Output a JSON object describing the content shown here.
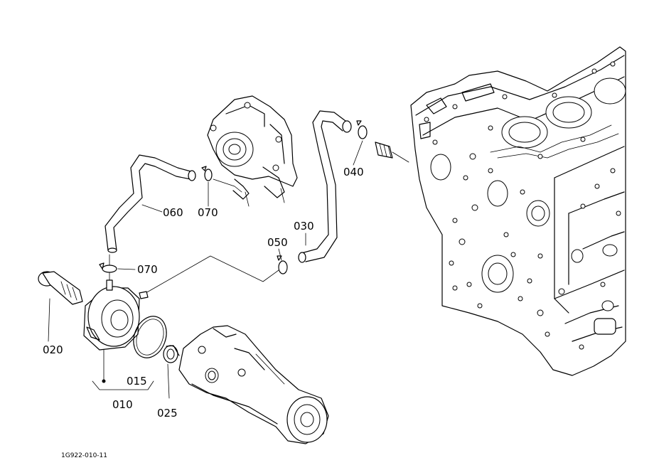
{
  "diagram": {
    "callouts": {
      "c010": "010",
      "c015": "015",
      "c020": "020",
      "c025": "025",
      "c030": "030",
      "c040": "040",
      "c050": "050",
      "c060": "060",
      "c070_upper": "070",
      "c070_lower": "070"
    },
    "drawing_code": "1G922-010-11"
  }
}
